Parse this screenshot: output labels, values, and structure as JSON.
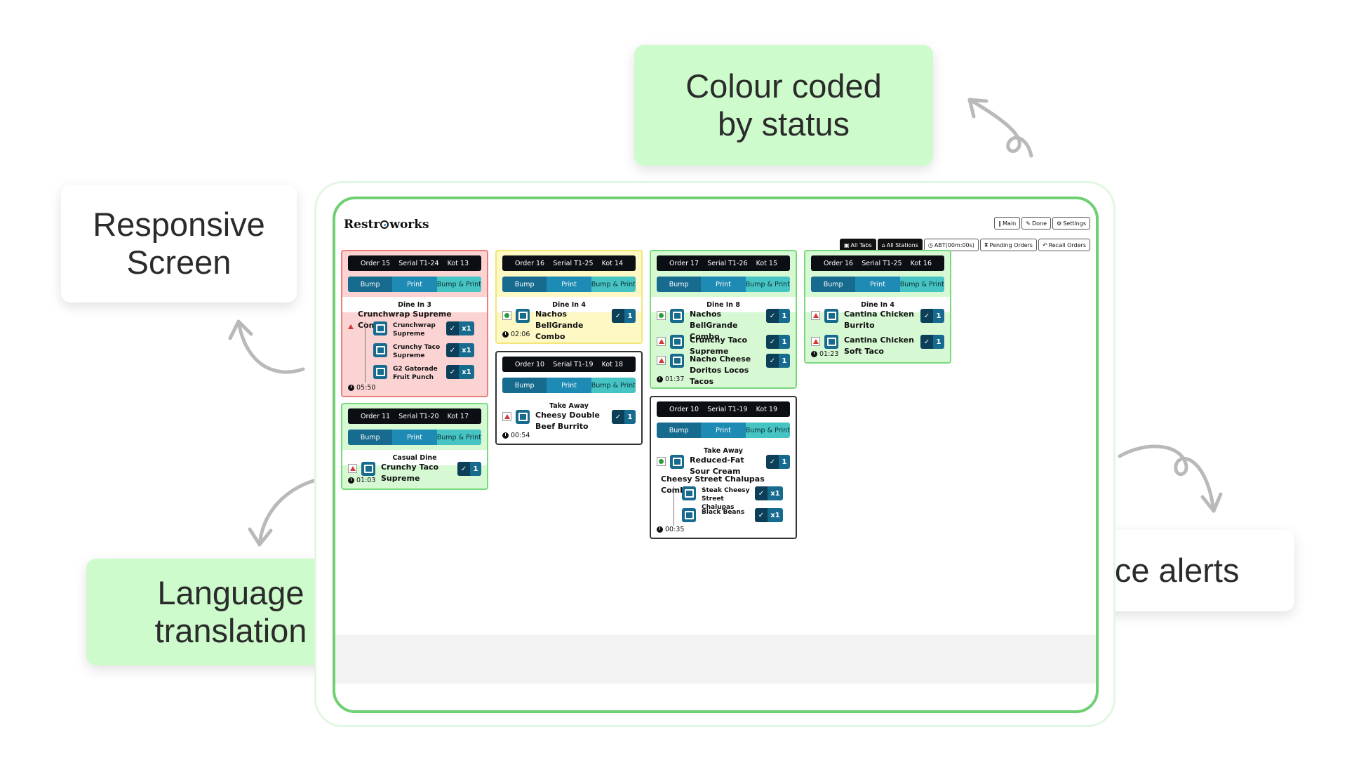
{
  "callouts": {
    "colour": [
      "Colour coded",
      "by status"
    ],
    "responsive": [
      "Responsive",
      "Screen"
    ],
    "language": [
      "Language",
      "translation"
    ],
    "voice": "Voice alerts"
  },
  "app": {
    "logo_left": "Restr",
    "logo_right": "works",
    "top_buttons": [
      {
        "icon": "utensils-icon",
        "glyph": "‖",
        "label": "Main"
      },
      {
        "icon": "pencil-icon",
        "glyph": "✎",
        "label": "Done"
      },
      {
        "icon": "gear-icon",
        "glyph": "⚙",
        "label": "Settings"
      }
    ],
    "filter_buttons": [
      {
        "icon": "grid-icon",
        "glyph": "▣",
        "label": "All Tabs"
      },
      {
        "icon": "stations-icon",
        "glyph": "⌂",
        "label": "All Stations"
      },
      {
        "icon": "timer-icon",
        "glyph": "◷",
        "label": "ABT(00m:00s)"
      },
      {
        "icon": "hourglass-icon",
        "glyph": "⧗",
        "label": "Pending Orders"
      },
      {
        "icon": "undo-icon",
        "glyph": "↶",
        "label": "Recall Orders"
      }
    ],
    "actions": {
      "bump": "Bump",
      "print": "Print",
      "bump_print": "Bump & Print"
    },
    "colors": {
      "red": "#fcd3d3",
      "yellow": "#fdf8c4",
      "green": "#d6f9d4",
      "accent": "#176b8e"
    }
  },
  "orders": [
    {
      "order": "Order 15",
      "serial": "Serial T1-24",
      "kot": "Kot 13",
      "status": "red",
      "type": "Dine In 3",
      "time": "05:50",
      "combo": "Crunchwrap Supreme Combo",
      "subitems": [
        {
          "name": "Crunchwrap Supreme",
          "qty": "x1"
        },
        {
          "name": "Crunchy Taco Supreme",
          "qty": "x1"
        },
        {
          "name": "G2 Gatorade Fruit Punch",
          "qty": "x1"
        }
      ]
    },
    {
      "order": "Order 16",
      "serial": "Serial T1-25",
      "kot": "Kot 14",
      "status": "yellow",
      "type": "Dine In 4",
      "time": "02:06",
      "items": [
        {
          "name": "Nachos BellGrande Combo",
          "qty": "1",
          "veg": true
        }
      ]
    },
    {
      "order": "Order 17",
      "serial": "Serial T1-26",
      "kot": "Kot 15",
      "status": "green",
      "type": "Dine In 8",
      "time": "01:37",
      "items": [
        {
          "name": "Nachos BellGrande Combo",
          "qty": "1",
          "veg": true
        },
        {
          "name": "Crunchy Taco Supreme",
          "qty": "1",
          "veg": false
        },
        {
          "name": "Nacho Cheese Doritos Locos Tacos",
          "qty": "1",
          "veg": false
        }
      ]
    },
    {
      "order": "Order 16",
      "serial": "Serial T1-25",
      "kot": "Kot 16",
      "status": "green",
      "type": "Dine In 4",
      "time": "01:23",
      "items": [
        {
          "name": "Cantina Chicken Burrito",
          "qty": "1",
          "veg": false
        },
        {
          "name": "Cantina Chicken Soft Taco",
          "qty": "1",
          "veg": false
        }
      ]
    },
    {
      "order": "Order 11",
      "serial": "Serial T1-20",
      "kot": "Kot 17",
      "status": "green",
      "type": "Casual Dine",
      "time": "01:03",
      "items": [
        {
          "name": "Crunchy Taco Supreme",
          "qty": "1",
          "veg": false
        }
      ]
    },
    {
      "order": "Order 10",
      "serial": "Serial T1-19",
      "kot": "Kot 18",
      "status": "white",
      "type": "Take Away",
      "time": "00:54",
      "items": [
        {
          "name": "Cheesy Double Beef Burrito",
          "qty": "1",
          "veg": false
        }
      ]
    },
    {
      "order": "Order 10",
      "serial": "Serial T1-19",
      "kot": "Kot 19",
      "status": "white",
      "type": "Take Away",
      "time": "00:35",
      "items": [
        {
          "name": "Reduced-Fat Sour Cream",
          "qty": "1",
          "veg": true
        }
      ],
      "combo": "Cheesy Street Chalupas Combo",
      "subitems": [
        {
          "name": "Steak Cheesy Street Chalupas",
          "qty": "x1"
        },
        {
          "name": "Black Beans",
          "qty": "x1"
        }
      ]
    }
  ]
}
